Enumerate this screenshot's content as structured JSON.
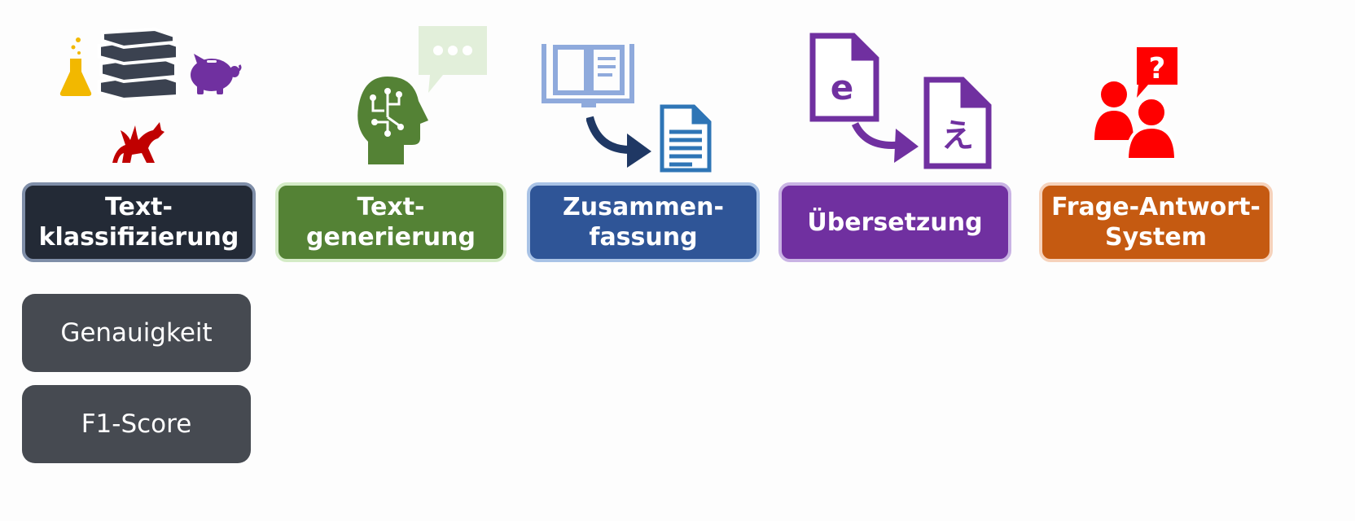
{
  "categories": [
    {
      "label": "Text-\nklassifizierung",
      "color": "#232a36",
      "border": "#7f8ea8"
    },
    {
      "label": "Text-\ngenerierung",
      "color": "#548235",
      "border": "#d4ebc6"
    },
    {
      "label": "Zusammen-\nfassung",
      "color": "#2f5597",
      "border": "#a9c3e6"
    },
    {
      "label": "Übersetzung",
      "color": "#7030a0",
      "border": "#c9b3e4"
    },
    {
      "label": "Frage-Antwort-\nSystem",
      "color": "#c55a11",
      "border": "#f6d2bb"
    }
  ],
  "metrics": [
    {
      "label": "Genauigkeit"
    },
    {
      "label": "F1-Score"
    }
  ],
  "icons": {
    "flask": "flask-icon",
    "books": "books-icon",
    "piggy": "piggy-bank-icon",
    "dragon": "dragon-icon",
    "brain": "brain-head-icon",
    "chat": "chat-bubble-icon",
    "book": "open-book-icon",
    "document": "document-icon",
    "translate": "translate-documents-icon",
    "qa": "people-question-icon"
  },
  "icon_letters": {
    "source": "e",
    "target": "え"
  }
}
